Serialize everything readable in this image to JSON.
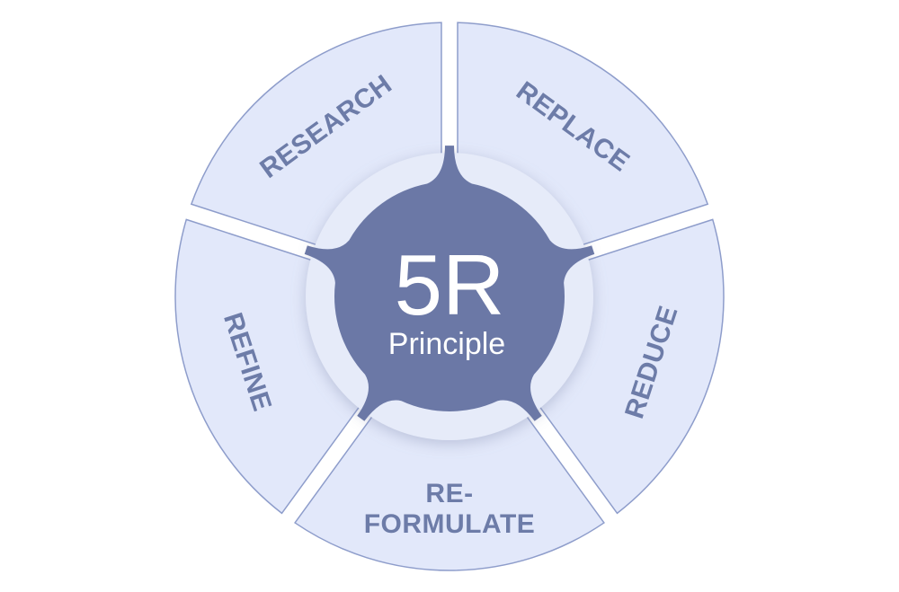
{
  "diagram": {
    "center": {
      "title": "5R",
      "subtitle": "Principle"
    },
    "segments": [
      {
        "id": "research",
        "lines": [
          "RESEARCH"
        ]
      },
      {
        "id": "replace",
        "lines": [
          "REPLACE"
        ]
      },
      {
        "id": "reduce",
        "lines": [
          "REDUCE"
        ]
      },
      {
        "id": "reformulate",
        "lines": [
          "RE-",
          "FORMULATE"
        ]
      },
      {
        "id": "refine",
        "lines": [
          "REFINE"
        ]
      }
    ]
  },
  "colors": {
    "segment_fill": "#e2e8fa",
    "segment_stroke": "#8e9dcb",
    "label": "#6d7ca8",
    "hub": "#6b78a6",
    "hub_text": "#ffffff"
  }
}
